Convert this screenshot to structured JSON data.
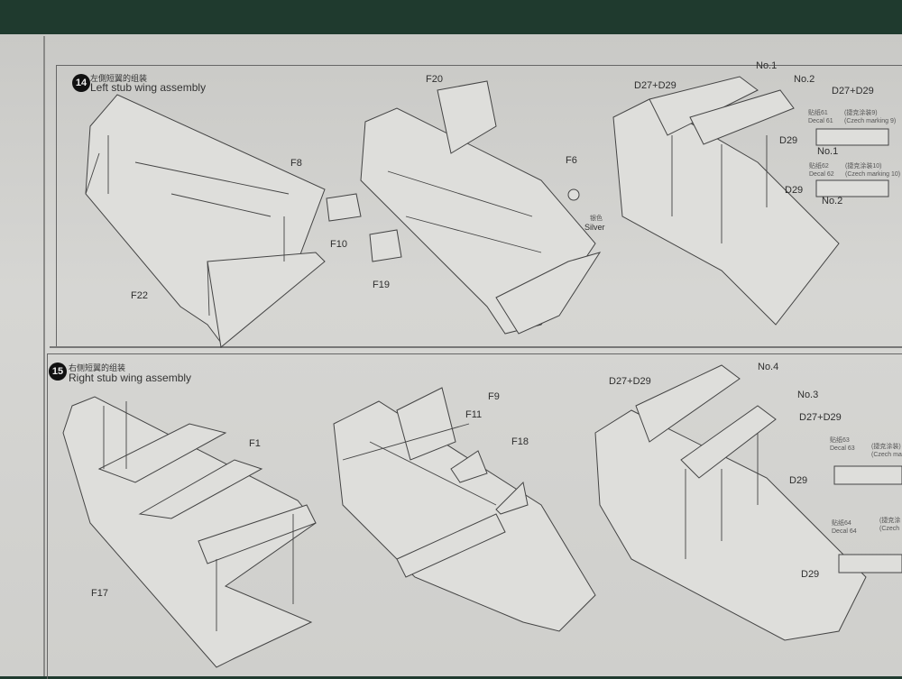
{
  "step14": {
    "number": "14",
    "title_cn": "左側短翼的组装",
    "title_en": "Left stub wing assembly",
    "parts": {
      "f20": "F20",
      "f8": "F8",
      "f10": "F10",
      "f19": "F19",
      "f22": "F22",
      "f6": "F6"
    },
    "paint_cn": "银色",
    "paint_en": "Silver",
    "no1": "No.1",
    "no2": "No.2",
    "d27d29_a": "D27+D29",
    "d27d29_b": "D27+D29",
    "decal61_cn": "贴纸61",
    "decal61": "Decal 61",
    "marking9_cn": "(捷克涂装9)",
    "marking9": "(Czech marking 9)",
    "d29_a": "D29",
    "no1_b": "No.1",
    "decal62_cn": "贴纸62",
    "decal62": "Decal 62",
    "marking10_cn": "(捷克涂装10)",
    "marking10": "(Czech marking 10)",
    "d29_b": "D29",
    "no2_b": "No.2"
  },
  "step15": {
    "number": "15",
    "title_cn": "右侧短翼的组装",
    "title_en": "Right stub wing assembly",
    "parts": {
      "f9": "F9",
      "f11": "F11",
      "f18": "F18",
      "f1": "F1",
      "f17": "F17"
    },
    "d27d29_a": "D27+D29",
    "d27d29_b": "D27+D29",
    "no4": "No.4",
    "no3": "No.3",
    "decal63_cn": "贴纸63",
    "decal63": "Decal 63",
    "marking_a_cn": "(捷克涂装)",
    "marking_a": "(Czech ma",
    "d29_a": "D29",
    "decal64_cn": "贴纸64",
    "decal64": "Decal 64",
    "marking_b_cn": "(捷克涂",
    "marking_b": "(Czech",
    "d29_b": "D29"
  }
}
